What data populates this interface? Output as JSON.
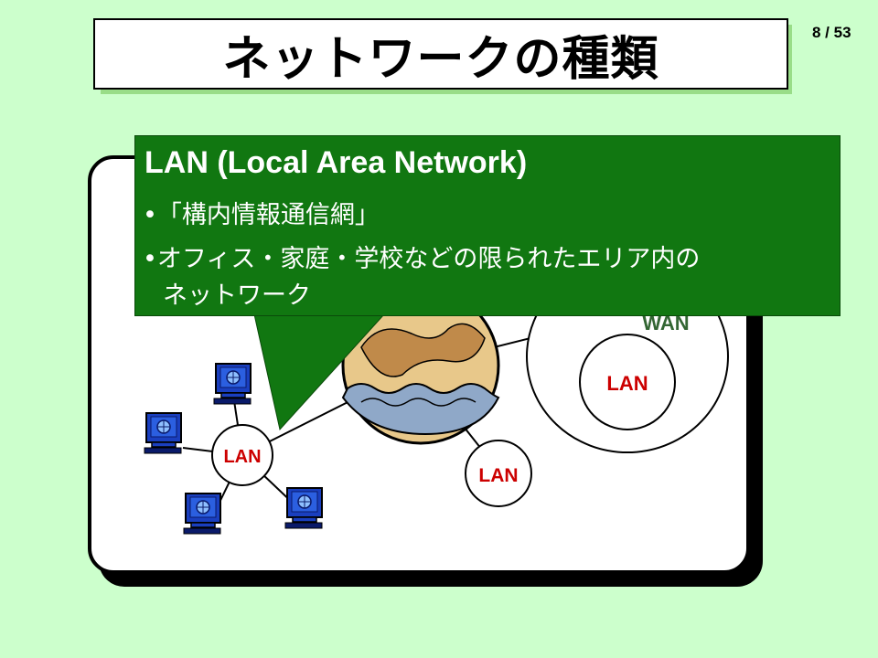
{
  "slide": {
    "title": "ネットワークの種類",
    "page_number": "8 / 53"
  },
  "callout": {
    "heading": "LAN (Local Area Network)",
    "bullets": [
      "•「構内情報通信網」",
      "•オフィス・家庭・学校などの限られたエリア内の"
    ],
    "continuation": "ネットワーク"
  },
  "diagram": {
    "wan_label": "WAN",
    "nodes": [
      {
        "label": "LAN"
      },
      {
        "label": "LAN"
      },
      {
        "label": "LAN"
      }
    ]
  },
  "colors": {
    "background": "#ccffcc",
    "callout": "#117711",
    "lan_text": "#cc0000",
    "wan_text": "#336633",
    "computer": "#1a3fbf"
  },
  "icons": [
    "computer-icon",
    "globe-icon"
  ]
}
